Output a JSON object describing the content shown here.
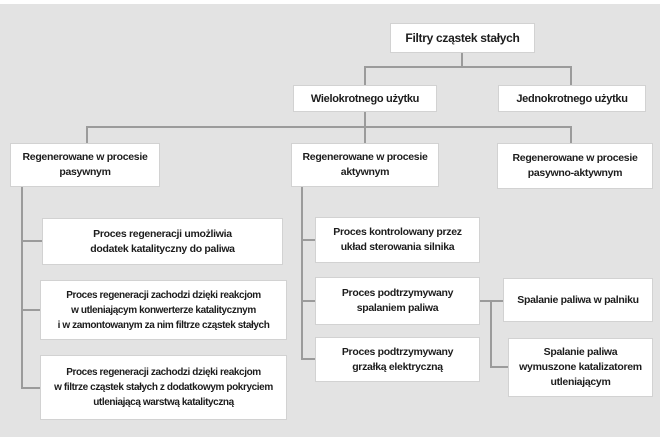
{
  "colors": {
    "background": "#e3e3e3",
    "box_bg": "#ffffff",
    "box_border": "#d2d2d2",
    "line": "#9b9b9b",
    "text": "#1c1c1c"
  },
  "diagram": {
    "root": {
      "label": "Filtry cząstek stałych"
    },
    "level2": [
      {
        "label": "Wielokrotnego użytku"
      },
      {
        "label": "Jednokrotnego użytku"
      }
    ],
    "level3": [
      {
        "label": "Regenerowane w procesie\npasywnym"
      },
      {
        "label": "Regenerowane w procesie\naktywnym"
      },
      {
        "label": "Regenerowane w procesie\npasywno-aktywnym"
      }
    ],
    "passive_details": [
      {
        "label": "Proces regeneracji umożliwia\ndodatek katalityczny do paliwa"
      },
      {
        "label": "Proces regeneracji zachodzi dzięki reakcjom\nw utleniającym konwerterze katalitycznym\ni w zamontowanym za nim filtrze cząstek stałych"
      },
      {
        "label": "Proces regeneracji zachodzi dzięki reakcjom\nw filtrze cząstek stałych z dodatkowym pokryciem\nutleniającą warstwą katalityczną"
      }
    ],
    "active_details": [
      {
        "label": "Proces kontrolowany przez\nukład sterowania silnika"
      },
      {
        "label": "Proces podtrzymywany\nspalaniem paliwa"
      },
      {
        "label": "Proces podtrzymywany\ngrzałką elektryczną"
      }
    ],
    "active_sub_details": [
      {
        "label": "Spalanie paliwa w palniku"
      },
      {
        "label": "Spalanie paliwa\nwymuszone katalizatorem\nutleniającym"
      }
    ]
  }
}
